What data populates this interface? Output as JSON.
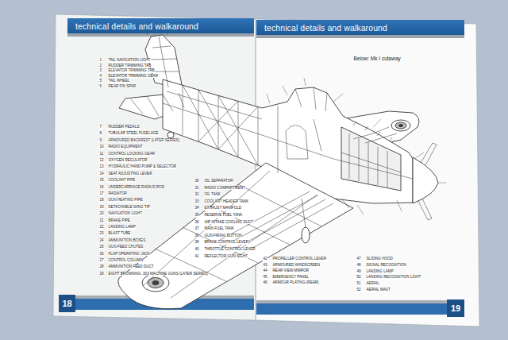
{
  "diagram": {
    "nodes": [
      {
        "text": [
          "technical details and walkaround"
        ]
      },
      {
        "text": [
          "technical details and walkaround"
        ]
      },
      {
        "text": [
          "18"
        ]
      },
      {
        "text": [
          "19"
        ]
      }
    ],
    "labels": [
      "Below: Mk I cutaway",
      "1",
      "TAIL NAVIGATION LIGHT",
      "2",
      "RUDDER TRIMMING TAB",
      "3",
      "ELEVATOR TRIMMING TAB",
      "4",
      "ELEVATOR TRIMMING GEAR",
      "5",
      "TAIL WHEEL",
      "6",
      "REAR FIN SPAR",
      "7",
      "RUDDER PEDALS",
      "8",
      "TUBULAR STEEL FUSELAGE",
      "9",
      "ARMOURED BACKREST (LATER SERIES)",
      "10",
      "RADIO EQUIPMENT",
      "11",
      "CONTROL LOCKING GEAR",
      "12",
      "OXYGEN REGULATOR",
      "13",
      "HYDRAULIC HAND PUMP & SELECTOR",
      "14",
      "SEAT ADJUSTING LEVER",
      "15",
      "COOLANT PIPE",
      "16",
      "UNDERCARRIAGE RADIUS ROD",
      "17",
      "RADIATOR",
      "18",
      "GUN HEATING PIPE",
      "19",
      "DETACHABLE WING TIP",
      "20",
      "NAVIGATION LIGHT",
      "21",
      "BRAKE PIPE",
      "22",
      "LANDING LAMP",
      "23",
      "BLAST TUBE",
      "24",
      "AMMUNITION BOXES",
      "25",
      "GUN FEED CHUTES",
      "26",
      "FLAP OPERATING JACK",
      "27",
      "CONTROL COLUMN",
      "28",
      "AMMUNITION FEED DUCT",
      "29",
      "EIGHT BROWNING .303 MACHINE GUNS (LATER SERIES)",
      "30",
      "OIL SEPARATOR",
      "31",
      "RADIO COMPARTMENT",
      "32",
      "OIL TANK",
      "33",
      "COOLANT HEADER TANK",
      "34",
      "EXHAUST MANIFOLD",
      "35",
      "RESERVE FUEL TANK",
      "36",
      "AIR INTAKE COOLING DUCT",
      "37",
      "MAIN FUEL TANK",
      "38",
      "GUN FIRING BUTTON",
      "39",
      "BRAKE CONTROL LEVER",
      "40",
      "THROTTLE CONTROL LEVER",
      "41",
      "REFLECTOR GUN SIGHT",
      "42",
      "PROPELLER CONTROL LEVER",
      "43",
      "ARMOURED WINDSCREEN",
      "44",
      "REAR VIEW MIRROR",
      "45",
      "EMERGENCY PANEL",
      "46",
      "ARMOUR PLATING (REAR)",
      "47",
      "SLIDING HOOD",
      "48",
      "SIGNAL RECOGNITION",
      "49",
      "LANDING LAMP",
      "50",
      "LANDING RECOGNITION LIGHT",
      "51",
      "AERIAL",
      "52",
      "AERIAL MAST"
    ]
  }
}
